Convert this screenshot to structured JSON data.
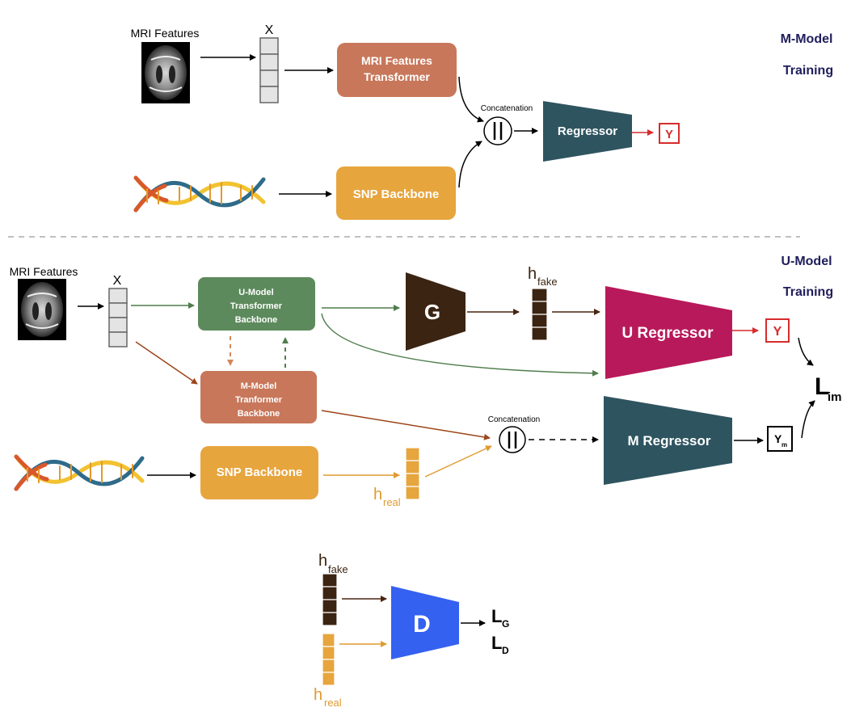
{
  "colors": {
    "transformer_orange": "#c8775a",
    "snp_yellow": "#e7a53e",
    "regressor_teal": "#2e5460",
    "u_model_green": "#5d8a5c",
    "generator_brown": "#3b2412",
    "u_regressor_magenta": "#b8195a",
    "discriminator_blue": "#3561f0",
    "title_navy": "#1f1e5c",
    "output_red": "#d62c2c"
  },
  "top": {
    "title_line1": "M-Model",
    "title_line2": "Training",
    "mri_label": "MRI Features",
    "x_label": "X",
    "transformer_line1": "MRI Features",
    "transformer_line2": "Transformer",
    "snp_label": "SNP Backbone",
    "concat_label": "Concatenation",
    "regressor_label": "Regressor",
    "output_label": "Y"
  },
  "middle": {
    "title_line1": "U-Model",
    "title_line2": "Training",
    "mri_label": "MRI Features",
    "x_label": "X",
    "u_backbone_line1": "U-Model",
    "u_backbone_line2": "Transformer",
    "u_backbone_line3": "Backbone",
    "m_backbone_line1": "M-Model",
    "m_backbone_line2": "Tranformer",
    "m_backbone_line3": "Backbone",
    "generator_label": "G",
    "h_fake_main": "h",
    "h_fake_sub": "fake",
    "u_regressor_label": "U Regressor",
    "u_output_label": "Y",
    "snp_label": "SNP Backbone",
    "h_real_main": "h",
    "h_real_sub": "real",
    "concat_label": "Concatenation",
    "m_regressor_label": "M Regressor",
    "m_output_main": "Y",
    "m_output_sub": "m",
    "loss_main": "L",
    "loss_sub": "im"
  },
  "bottom": {
    "h_fake_main": "h",
    "h_fake_sub": "fake",
    "h_real_main": "h",
    "h_real_sub": "real",
    "discriminator_label": "D",
    "loss_g_main": "L",
    "loss_g_sub": "G",
    "loss_d_main": "L",
    "loss_d_sub": "D"
  }
}
